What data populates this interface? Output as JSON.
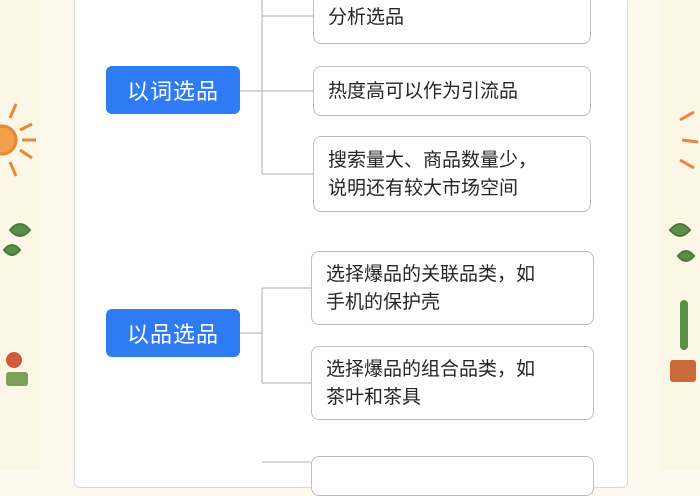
{
  "mindmap": {
    "groups": [
      {
        "label": "以词选品",
        "items": [
          "分析选品",
          "热度高可以作为引流品",
          "搜索量大、商品数量少，\n说明还有较大市场空间"
        ]
      },
      {
        "label": "以品选品",
        "items": [
          "选择爆品的关联品类，如\n手机的保护壳",
          "选择爆品的组合品类，如\n茶叶和茶具"
        ]
      }
    ]
  },
  "colors": {
    "category_bg": "#2f7bf3",
    "connector": "#c8c8c8",
    "node_border": "#bfbfbf"
  }
}
